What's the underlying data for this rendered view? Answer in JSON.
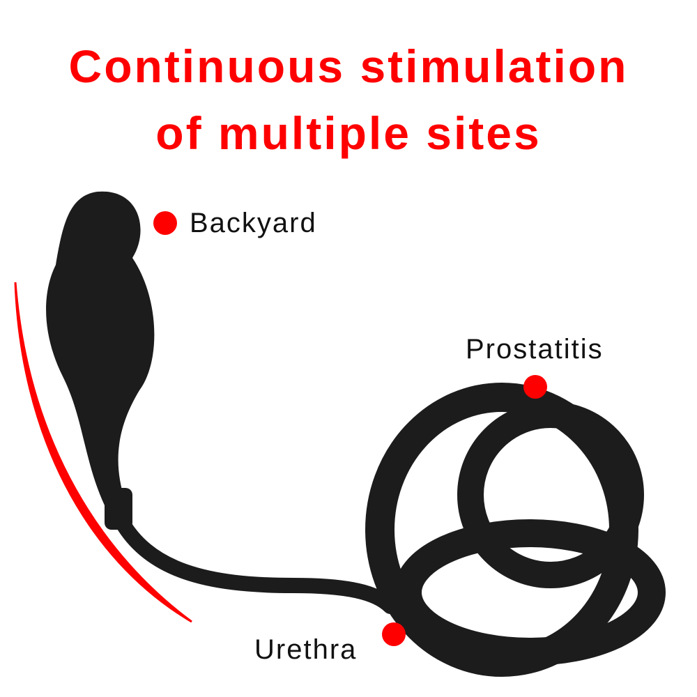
{
  "title": {
    "line1": "Continuous stimulation",
    "line2": "of multiple sites"
  },
  "labels": {
    "backyard": "Backyard",
    "prostatitis": "Prostatitis",
    "urethra": "Urethra"
  },
  "colors": {
    "accent": "#ff0000",
    "product": "#1a1a1a",
    "text": "#111111"
  }
}
